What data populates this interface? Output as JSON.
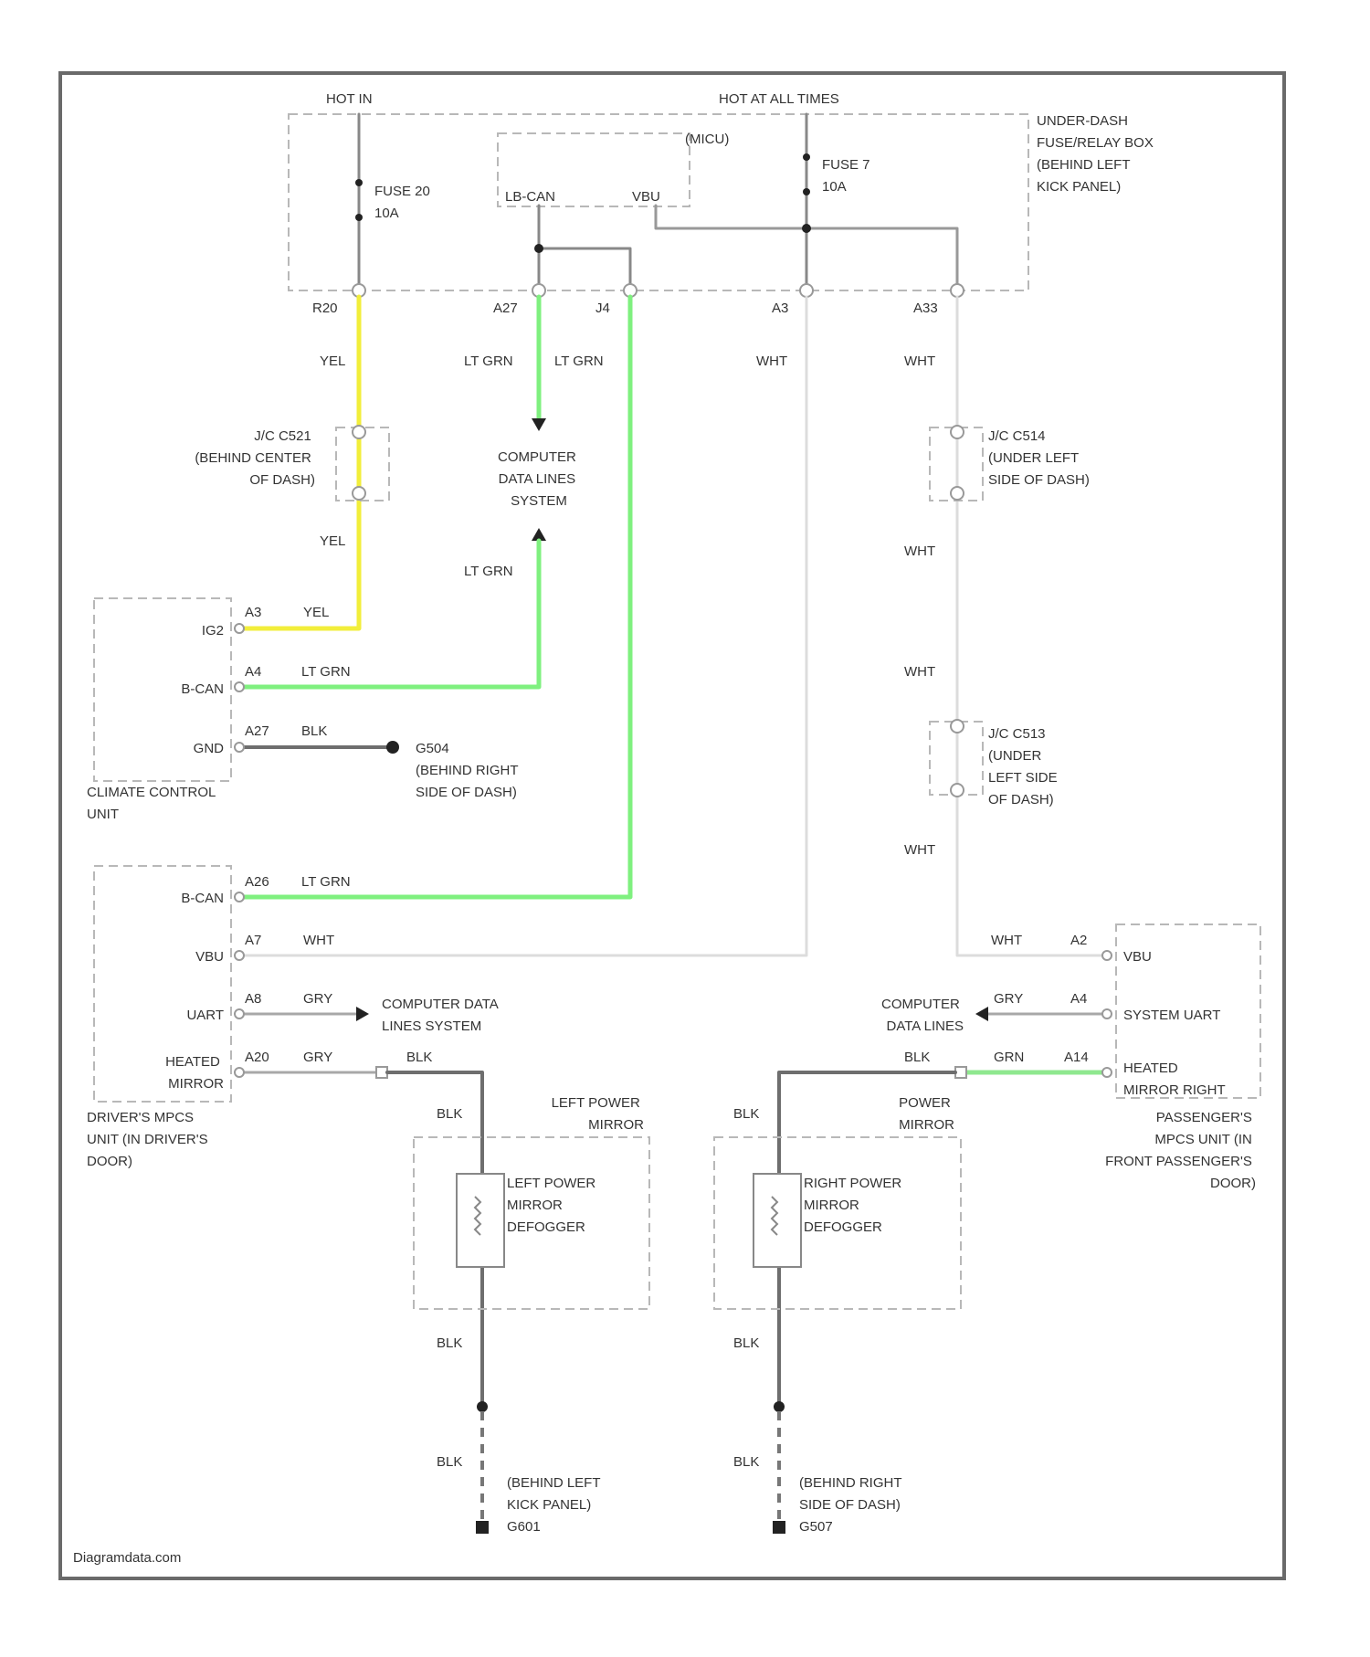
{
  "colors": {
    "yel": "#f2ee3a",
    "ltgrn": "#7ff07f",
    "wht": "#dcdcdc",
    "blk": "#6e6e6e",
    "gry": "#a8a8a8",
    "grn": "#8fe88f",
    "frame": "#6a6a6a",
    "dashed_box": "#b8b8b8"
  },
  "header": {
    "hot_in": "HOT IN",
    "hot_at_all_times": "HOT AT ALL TIMES"
  },
  "fuse_box": {
    "name": [
      "UNDER-DASH",
      "FUSE/RELAY BOX",
      "(BEHIND LEFT",
      "KICK PANEL)"
    ],
    "fuse_20": [
      "FUSE 20",
      "10A"
    ],
    "fuse_7": [
      "FUSE 7",
      "10A"
    ],
    "micu": "(MICU)",
    "lb_can": "LB-CAN",
    "vbu": "VBU",
    "terminals": {
      "t1": "R20",
      "t2": "A27",
      "t3": "J4",
      "t4": "A3",
      "t5": "A33"
    }
  },
  "wire_labels": {
    "yel": "YEL",
    "lt_grn": "LT GRN",
    "wht": "WHT",
    "blk": "BLK",
    "gry": "GRY",
    "grn": "GRN"
  },
  "connectors": {
    "c521": [
      "J/C C521",
      "(BEHIND CENTER",
      "OF DASH)"
    ],
    "c514": [
      "J/C C514",
      "(UNDER LEFT",
      "SIDE OF DASH)"
    ],
    "c513": [
      "J/C C513",
      "(UNDER",
      "LEFT SIDE",
      "OF DASH)"
    ]
  },
  "data_lines": {
    "center": [
      "COMPUTER",
      "DATA LINES",
      "SYSTEM"
    ],
    "left": [
      "COMPUTER DATA",
      "LINES SYSTEM"
    ],
    "right": [
      "COMPUTER",
      "DATA LINES"
    ]
  },
  "climate_unit": {
    "name": [
      "CLIMATE CONTROL",
      "UNIT"
    ],
    "pins": [
      {
        "label": "IG2",
        "pin": "A3"
      },
      {
        "label": "B-CAN",
        "pin": "A4"
      },
      {
        "label": "GND",
        "pin": "A27"
      }
    ],
    "ground": [
      "G504",
      "(BEHIND RIGHT",
      "SIDE OF DASH)"
    ]
  },
  "driver_unit": {
    "name": [
      "DRIVER'S MPCS",
      "UNIT (IN DRIVER'S",
      "DOOR)"
    ],
    "pins": [
      {
        "label": "B-CAN",
        "pin": "A26"
      },
      {
        "label": "VBU",
        "pin": "A7"
      },
      {
        "label": "UART",
        "pin": "A8"
      },
      {
        "label": [
          "HEATED",
          "MIRROR"
        ],
        "pin": "A20"
      }
    ]
  },
  "passenger_unit": {
    "name": [
      "PASSENGER'S",
      "MPCS UNIT (IN",
      "FRONT PASSENGER'S",
      "DOOR)"
    ],
    "pins": [
      {
        "label": "VBU",
        "pin": "A2"
      },
      {
        "label": "SYSTEM UART",
        "pin": "A4"
      },
      {
        "label": [
          "HEATED",
          "MIRROR RIGHT"
        ],
        "pin": "A14"
      }
    ]
  },
  "left_mirror": {
    "assembly": [
      "LEFT POWER",
      "MIRROR"
    ],
    "defogger": [
      "LEFT POWER",
      "MIRROR",
      "DEFOGGER"
    ],
    "ground": [
      "(BEHIND LEFT",
      "KICK PANEL)",
      "G601"
    ]
  },
  "right_mirror": {
    "assembly": [
      "POWER",
      "MIRROR"
    ],
    "defogger": [
      "RIGHT POWER",
      "MIRROR",
      "DEFOGGER"
    ],
    "ground": [
      "(BEHIND RIGHT",
      "SIDE OF DASH)",
      "G507"
    ]
  },
  "watermark": "Diagramdata.com"
}
